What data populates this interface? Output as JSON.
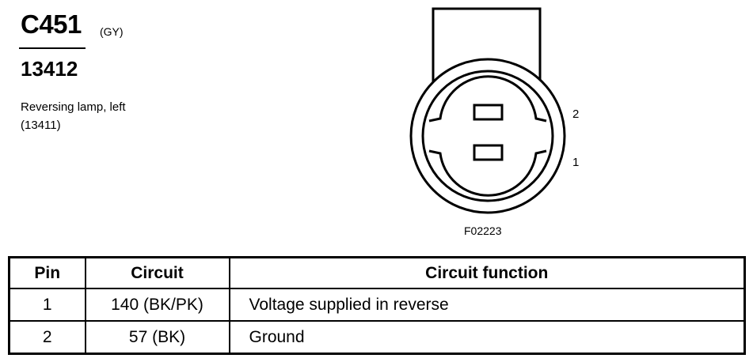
{
  "header": {
    "connector_id": "C451",
    "color_code": "(GY)",
    "part_number": "13412",
    "description_line1": "Reversing lamp, left",
    "description_line2": "(13411)"
  },
  "diagram": {
    "reference_code": "F02223",
    "pin_labels": [
      "2",
      "1"
    ]
  },
  "table": {
    "headers": [
      "Pin",
      "Circuit",
      "Circuit function"
    ],
    "rows": [
      {
        "pin": "1",
        "circuit": "140 (BK/PK)",
        "function": "Voltage supplied in reverse"
      },
      {
        "pin": "2",
        "circuit": "57 (BK)",
        "function": "Ground"
      }
    ]
  }
}
